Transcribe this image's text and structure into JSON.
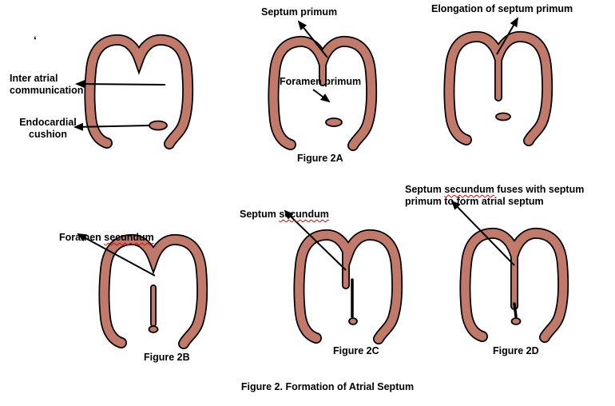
{
  "page": {
    "background": "#ffffff"
  },
  "colors": {
    "wall": "#c1796a",
    "outline": "#000000",
    "squiggle": "#e00000"
  },
  "labels": {
    "stray_mark": "‘",
    "inter_atrial": "Inter atrial\ncommunication",
    "endocardial_cushion": "Endocardial\ncushion",
    "septum_primum": "Septum primum",
    "foramen_primum": "Foramen primum",
    "elongation": "Elongation of septum primum",
    "foramen_secundum": {
      "pre": "Foramen ",
      "wavy": "secundum"
    },
    "septum_secundum": {
      "pre": "Septum ",
      "wavy": "secundum"
    },
    "fusion": {
      "pre": "Septum ",
      "wavy": "secundum",
      "post": " fuses with septum primum to form atrial septum"
    }
  },
  "captions": {
    "fig_2a": "Figure 2A",
    "fig_2b": "Figure 2B",
    "fig_2c": "Figure 2C",
    "fig_2d": "Figure 2D",
    "main": "Figure 2. Formation of Atrial Septum"
  }
}
